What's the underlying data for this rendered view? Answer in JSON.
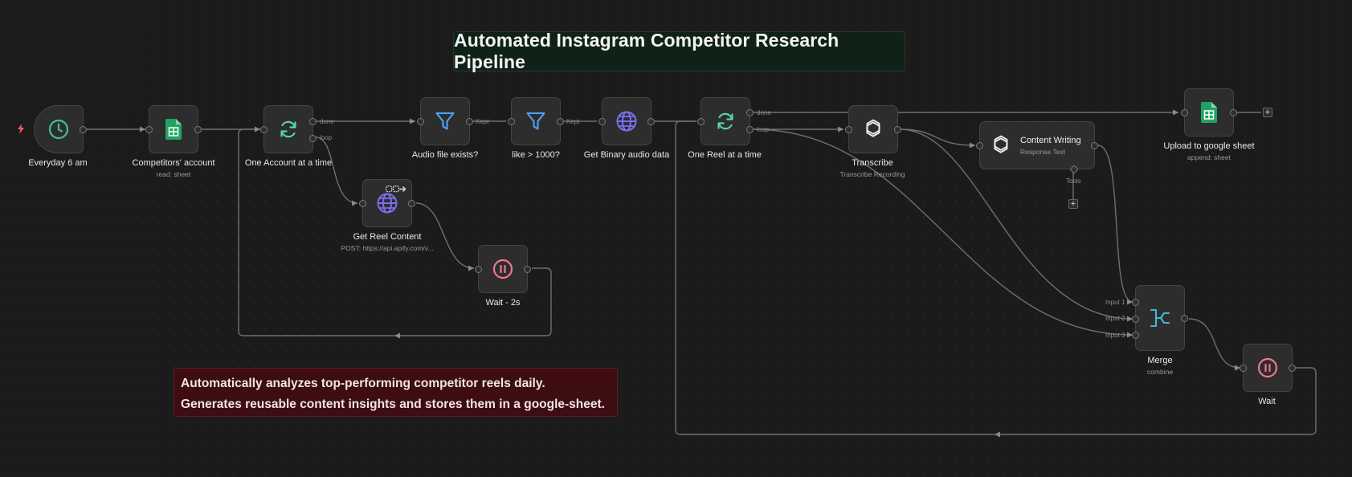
{
  "title": "Automated Instagram Competitor Research Pipeline",
  "description": [
    "Automatically analyzes top-performing competitor reels daily.",
    "Generates reusable content insights and stores them in a google-sheet."
  ],
  "nodes": {
    "everyday": {
      "name": "Everyday 6 am",
      "icon": "clock-icon"
    },
    "competitors": {
      "name": "Competitors' account",
      "sub": "read: sheet",
      "icon": "google-sheets-icon"
    },
    "one_account": {
      "name": "One Account at a time",
      "icon": "loop-icon"
    },
    "get_reel": {
      "name": "Get Reel Content",
      "sub": "POST: https://api.apify.com/v...",
      "icon": "globe-icon"
    },
    "wait2s": {
      "name": "Wait - 2s",
      "icon": "pause-icon"
    },
    "audio_exists": {
      "name": "Audio file exists?",
      "icon": "filter-icon"
    },
    "like_1000": {
      "name": "like > 1000?",
      "icon": "filter-icon"
    },
    "binary_audio": {
      "name": "Get Binary audio data",
      "icon": "globe-icon"
    },
    "one_reel": {
      "name": "One Reel at a time",
      "icon": "loop-icon"
    },
    "transcribe": {
      "name": "Transcribe",
      "sub": "Transcribe Recording",
      "icon": "openai-icon"
    },
    "content_writing": {
      "name": "Content Writing",
      "sub": "Response Text",
      "icon": "openai-icon"
    },
    "upload": {
      "name": "Upload to google sheet",
      "sub": "append: sheet",
      "icon": "google-sheets-icon"
    },
    "merge": {
      "name": "Merge",
      "sub": "combine",
      "icon": "merge-icon"
    },
    "wait": {
      "name": "Wait",
      "icon": "pause-icon"
    }
  },
  "edge_labels": {
    "done": "done",
    "loop": "loop",
    "kept": "Kept",
    "tools": "Tools",
    "input1": "Input 1",
    "input2": "Input 2",
    "input3": "Input 3"
  },
  "colors": {
    "canvas": "#1b1b1b",
    "node": "#2d2d2d",
    "title_note": "#102218",
    "desc_note": "#3d0d12",
    "trigger_icon": "#3fbf9f",
    "sheets": "#21a463",
    "loop": "#55d6b0",
    "filter": "#4ea3f5",
    "globe": "#7b6ff0",
    "pause": "#f0768f",
    "merge": "#3fb7d6",
    "error_bolt": "#ff5c5c"
  }
}
